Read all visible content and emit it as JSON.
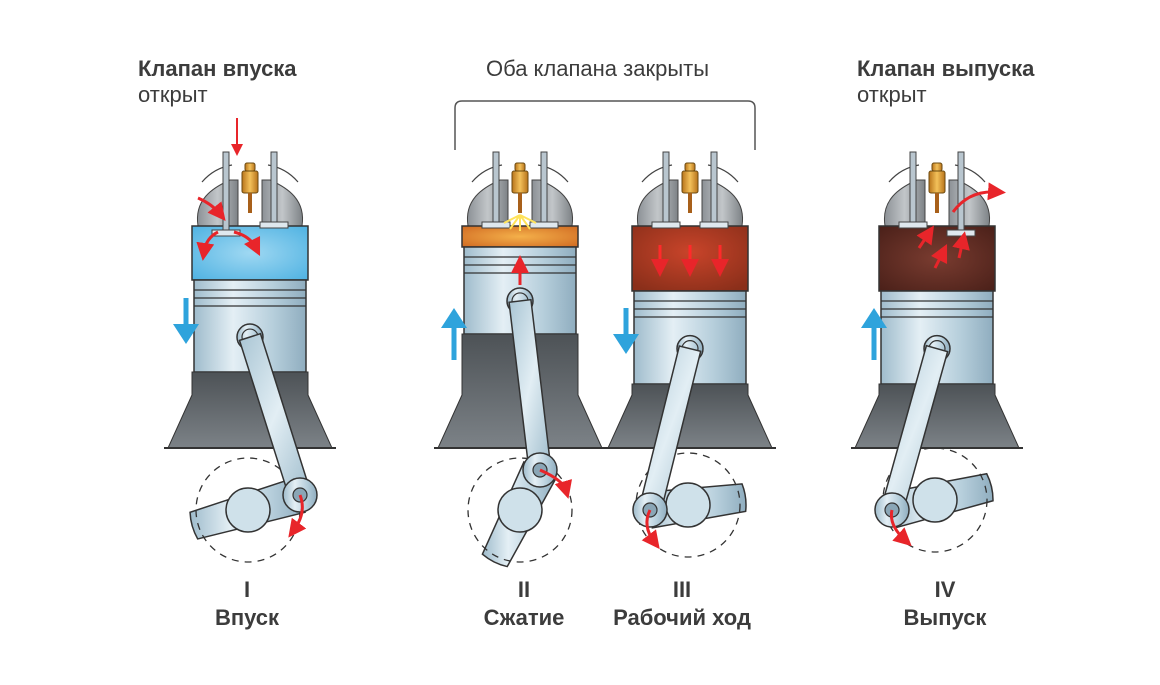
{
  "title_intake_valve": "Клапан впуска",
  "title_intake_state": "открыт",
  "title_both_valves": "Оба клапана закрыты",
  "title_exhaust_valve": "Клапан выпуска",
  "title_exhaust_state": "открыт",
  "strokes": [
    {
      "numeral": "I",
      "name": "Впуск",
      "piston_direction": "down",
      "chamber": "fuel-air mixture"
    },
    {
      "numeral": "II",
      "name": "Сжатие",
      "piston_direction": "up",
      "chamber": "ignition"
    },
    {
      "numeral": "III",
      "name": "Рабочий ход",
      "piston_direction": "down",
      "chamber": "combustion"
    },
    {
      "numeral": "IV",
      "name": "Выпуск",
      "piston_direction": "up",
      "chamber": "exhaust gases"
    }
  ],
  "colors": {
    "motion_arrow": "#2ea3dc",
    "flow_arrow": "#e8252a",
    "intake_mix": "#6cc3ea",
    "compression": "#e0802a",
    "combustion": "#a8391f",
    "exhaust": "#5a2a22",
    "metal": "#c9dde8",
    "block": "#5c6166",
    "spark_plug": "#d9962a"
  }
}
